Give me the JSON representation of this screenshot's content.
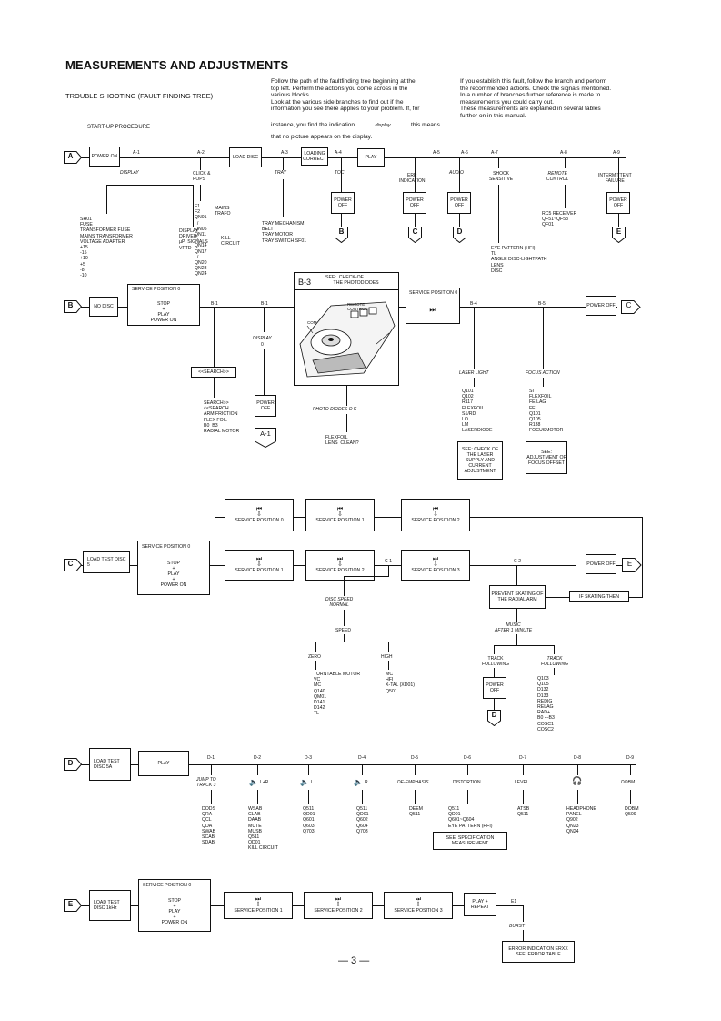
{
  "header": {
    "title": "MEASUREMENTS AND ADJUSTMENTS",
    "subtitle": "TROUBLE SHOOTING (FAULT FINDING TREE)",
    "startup": "START-UP PROCEDURE",
    "intro_left_1": "Follow the path of the faultfinding tree beginning at the\ntop left. Perform the actions you come across in the\nvarious blocks.\nLook at the various side branches to find out if the\ninformation you see there applies to your problem. If, for",
    "intro_left_2a": "instance, you find the indication",
    "intro_left_2b": "display",
    "intro_left_2c": "this means",
    "intro_left_3": "that no picture appears on the display.",
    "intro_right": "If you establish this fault, follow the branch and perform\nthe recommended actions. Check the signals mentioned.\nIn a number of branches further reference is made to\nmeasurements you could carry out.\nThese measurements are explained in several tables\nfurther on in this manual."
  },
  "rowA": {
    "tag": "A",
    "start": "POWER\nON",
    "labels": [
      "A-1",
      "A-2",
      "A-3",
      "A-4",
      "A-5",
      "A-6",
      "A-7",
      "A-8",
      "A-9"
    ],
    "load": "LOAD\nDISC",
    "loading": "LOADING\nCORRECT",
    "play": "PLAY",
    "items": [
      "DISPLAY",
      "CLICK &\nPOPS",
      "TRAY",
      "TOC",
      "ERR\nINDICATION",
      "AUDIO",
      "SHOCK\nSENSITIVE",
      "REMOTE\nCONTROL",
      "INTERMITTENT\nFAILURE"
    ],
    "poweroff": "POWER\nOFF",
    "a1_left": "SH01\nFUSE\nTRANSFORMER FUSE\nMAINS TRANSFORMER\nVOLTAGE ADAPTER\n+15\n-15\n+10\n+5\n-8\n-10",
    "a1_right": "DISPLAY\nDRIVER\nµP  SIGNALS\nVFTD",
    "a2_list": "F1\nF2\nQN01\n  /\nQN05\nQN11\n  /\nQN14\nQN17\n  /\nQN20\nQN23\nQN24",
    "a2_mains": "MAINS\nTRAFO",
    "a2_kill": "KILL\nCIRCUIT",
    "a3_list": "TRAY MECHANISM\nBELT\nTRAY MOTOR\nTRAY SWITCH SF01",
    "a7_list": "EYE PATTERN (HFI)\nTL\nANGLE DISC-LIGHTPATH\nLENS\nDISC",
    "a8_list": "RC5 RECEIVER\nQF51~QF53\nQF01",
    "tags": [
      "B",
      "C",
      "D",
      "E"
    ]
  },
  "rowB": {
    "tag": "B",
    "start": "NO\nDISC",
    "service": "SERVICE POSITION 0",
    "sp_stop": "STOP",
    "sp_plus": "+",
    "sp_play": "PLAY",
    "sp_poweron": "POWER ON",
    "labels": [
      "B-1",
      "B-1",
      "B-4",
      "B-5"
    ],
    "b3": "B-3",
    "see_check": "SEE:  CHECK-OF\n      THE PHOTODIODES",
    "search": "<<SEARCH>>",
    "display": "DISPLAY",
    "display0": "0",
    "poweroff": "POWER\nOFF",
    "a1ref": "A-1",
    "search_list": "SEARCH>>\n<<SEARCH\nARM FRICTION\nFLEX FOIL\nB0  B3\nRADIAL MOTOR",
    "photo": "PHOTO DIODES O K",
    "photo_list": "FLEXFOIL\nLENS  CLEAN?",
    "remote": "REMOTE\nCONTROL",
    "com": "COM",
    "service2": "SERVICE POSITION  0",
    "skip": "⏭",
    "laser": "LASER LIGHT",
    "laser_list": "Q101\nQ102\nR117\nFLEXFOIL\nS1/RD\nLO\nLM\nLASERDIODE",
    "laser_see": "SEE:  CHECK\nOF THE LASER\nSUPPLY AND\nCURRENT\nADJUSTMENT",
    "focus": "FOCUS ACTION",
    "focus_list": "SI\nFLEXFOIL\nFE LAG\nFE\nQ101\nQ105\nR138\nFOCUSMOTOR",
    "focus_see": "SEE:\nADJUSTMENT\nOF FOCUS\nOFFSET",
    "poweroff2": "POWER\nOFF",
    "next": "C"
  },
  "rowC": {
    "tag": "C",
    "start": "LOAD\nTEST  DISC   5",
    "service": "SERVICE POSITION 0",
    "sp_stop": "STOP",
    "sp_plus": "+",
    "sp_play": "PLAY",
    "sp_poweron": "POWER ON",
    "top": [
      "SERVICE  POSITION  0",
      "SERVICE  POSITION  1",
      "SERVICE  POSITION  2"
    ],
    "bottom": [
      "SERVICE  POSITION  1",
      "SERVICE  POSITION  2",
      "SERVICE  POSITION  3"
    ],
    "prev": "⏮",
    "skip": "⏭",
    "labels": [
      "C-1",
      "C-2"
    ],
    "poweroff": "POWER\nOFF",
    "next": "E",
    "disc_speed": "DISC SPEED\nNORMAL",
    "speed": "SPEED",
    "zero": "ZERO",
    "high": "HIGH",
    "zero_list": "TURNTABLE MOTOR\nVC\nMC\nQ140\nQM01\nD141\nD142\nTL",
    "high_list": "MC\nHFI\nX-TAL (XD01)\nQ501",
    "prevent": "PREVENT\nSKATING\nOF THE RADIAL ARM",
    "ifskating": "IF SKATING THEN",
    "music": "MUSIC\nAFTER 1 MINUTE",
    "track_ok": "TRACK\nFOLLOWING",
    "track_bad": "TRACK\nFOLLOWING",
    "track_list": "Q103\nQ105\nD132\nD133\nREDIG\nRELAG\nRAD+\nB0 +-B3\nCOSC1\nCOSC2",
    "poweroff2": "POWER\nOFF",
    "dtag": "D"
  },
  "rowD": {
    "tag": "D",
    "start": "LOAD\nTEST  DISC\n5A",
    "play": "PLAY",
    "labels": [
      "D-1",
      "D-2",
      "D-3",
      "D-4",
      "D-5",
      "D-6",
      "D-7",
      "D-8",
      "D-9"
    ],
    "items": [
      "JUMP TO\nTRACK 3",
      "L+R",
      "L",
      "R",
      "DE-EMPHASIS",
      "DISTORTION",
      "LEVEL",
      "",
      "DOBM"
    ],
    "d1_list": "DODS\nQRA\nQCL\nQDA\nSWAB\nSCAB\nSDAB",
    "d2_list": "WSAB\nCLAB\nDAAB\nMUTE\nMUSB\nQ511\nQD01\nKILL CIRCUIT",
    "d3_list": "Q511\nQD01\nQ601\nQ603\nQ703",
    "d4_list": "Q511\nQD01\nQ602\nQ604\nQ703",
    "d5_list": "DEEM\nQ511",
    "d6_list": "Q511\nQD01\nQ601~Q604\nEYE PATTERN (HFI)",
    "d6_see": "SEE:  SPECIFICATION\nMEASUREMENT",
    "d7_list": "ATSB\nQ511",
    "d8_list": "HEADPHONE\nPANEL\nQ902\nQN23\nQN24",
    "d9_list": "DOBM\nQ509"
  },
  "rowE": {
    "tag": "E",
    "start": "LOAD\nTEST  DISC\n1kHz",
    "service": "SERVICE POSITION 0",
    "sp_stop": "STOP",
    "sp_plus": "+",
    "sp_play": "PLAY",
    "sp_poweron": "POWER ON",
    "boxes": [
      "SERVICE  POSITION  1",
      "SERVICE  POSITION  2",
      "SERVICE  POSITION  3"
    ],
    "play": "PLAY\n+\nREPEAT",
    "e1": "E1",
    "burst": "BURST",
    "error": "ERROR  INDICATION\nERXX\nSEE:  ERROR  TABLE"
  },
  "footer": {
    "page": "— 3 —"
  }
}
